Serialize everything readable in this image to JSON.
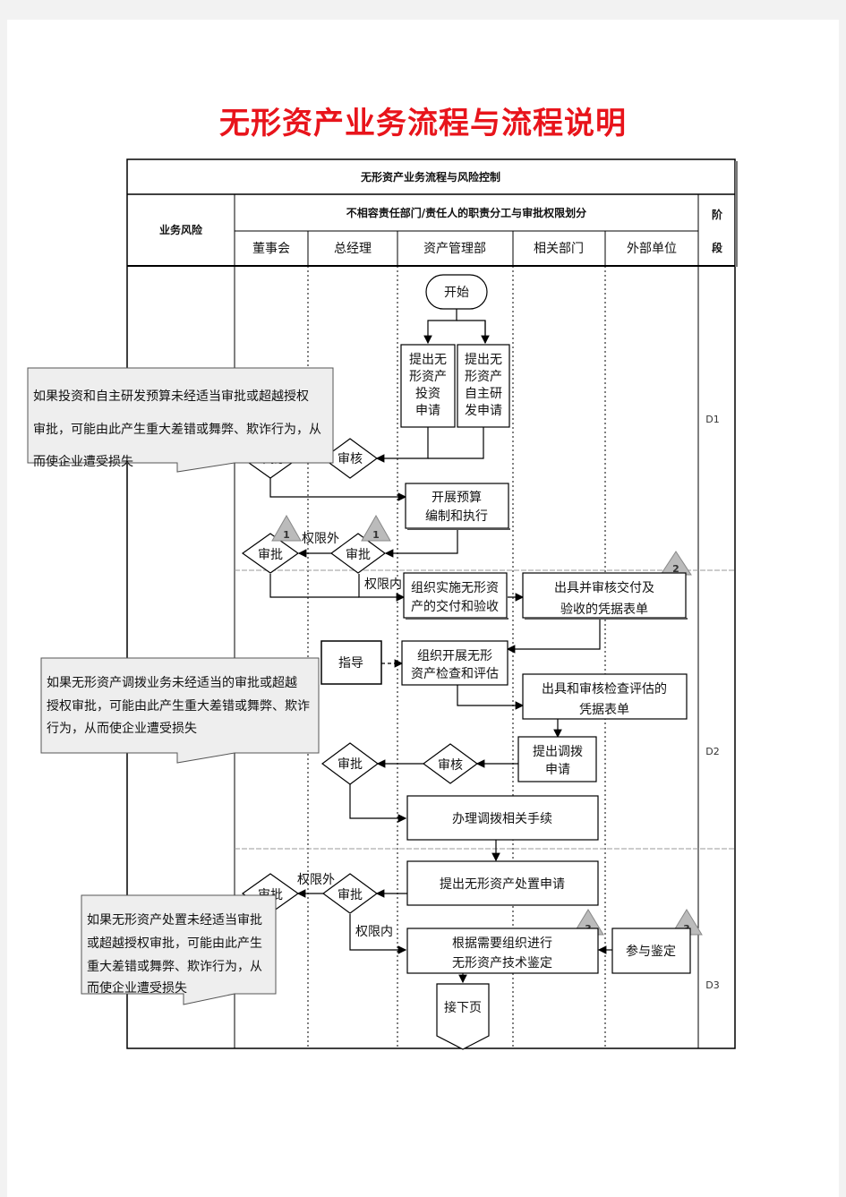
{
  "title": "无形资产业务流程与流程说明",
  "table": {
    "caption": "无形资产业务流程与风险控制",
    "risk_header": "业务风险",
    "division_header": "不相容责任部门/责任人的职责分工与审批权限划分",
    "stage_header": [
      "阶",
      "段"
    ],
    "columns": [
      "董事会",
      "总经理",
      "资产管理部",
      "相关部门",
      "外部单位"
    ],
    "stages": [
      "D1",
      "D2",
      "D3"
    ]
  },
  "risks": [
    [
      "如果投资和自主研发预算未经适当审批或超越授权",
      "审批，可能由此产生重大差错或舞弊、欺诈行为，从",
      "而使企业遭受损失"
    ],
    [
      "如果无形资产调拨业务未经适当的审批或超越",
      "授权审批，可能由此产生重大差错或舞弊、欺诈",
      "行为，从而使企业遭受损失"
    ],
    [
      "如果无形资产处置未经适当审批",
      "或超越授权审批，可能由此产生",
      "重大差错或舞弊、欺诈行为，从",
      "而使企业遭受损失"
    ]
  ],
  "nodes": {
    "start": "开始",
    "invest_apply": [
      "提出无",
      "形资产",
      "投资",
      "申请"
    ],
    "rd_apply": [
      "提出无",
      "形资产",
      "自主研",
      "发申请"
    ],
    "approve": "审批",
    "review": "审核",
    "budget": [
      "开展预算",
      "编制和执行"
    ],
    "beyond": "权限外",
    "within": "权限内",
    "delivery": [
      "组织实施无形资",
      "产的交付和验收"
    ],
    "delivery_form": [
      "出具并审核交付及",
      "验收的凭据表单"
    ],
    "guide": "指导",
    "inspect": [
      "组织开展无形",
      "资产检查和评估"
    ],
    "inspect_form": [
      "出具和审核检查评估的",
      "凭据表单"
    ],
    "transfer_apply": [
      "提出调拨",
      "申请"
    ],
    "transfer_proc": "办理调拨相关手续",
    "disposal_apply": "提出无形资产处置申请",
    "appraisal": [
      "根据需要组织进行",
      "无形资产技术鉴定"
    ],
    "participate": "参与鉴定",
    "next_page": "接下页"
  },
  "control_points": [
    "1",
    "1",
    "2",
    "3",
    "3"
  ]
}
